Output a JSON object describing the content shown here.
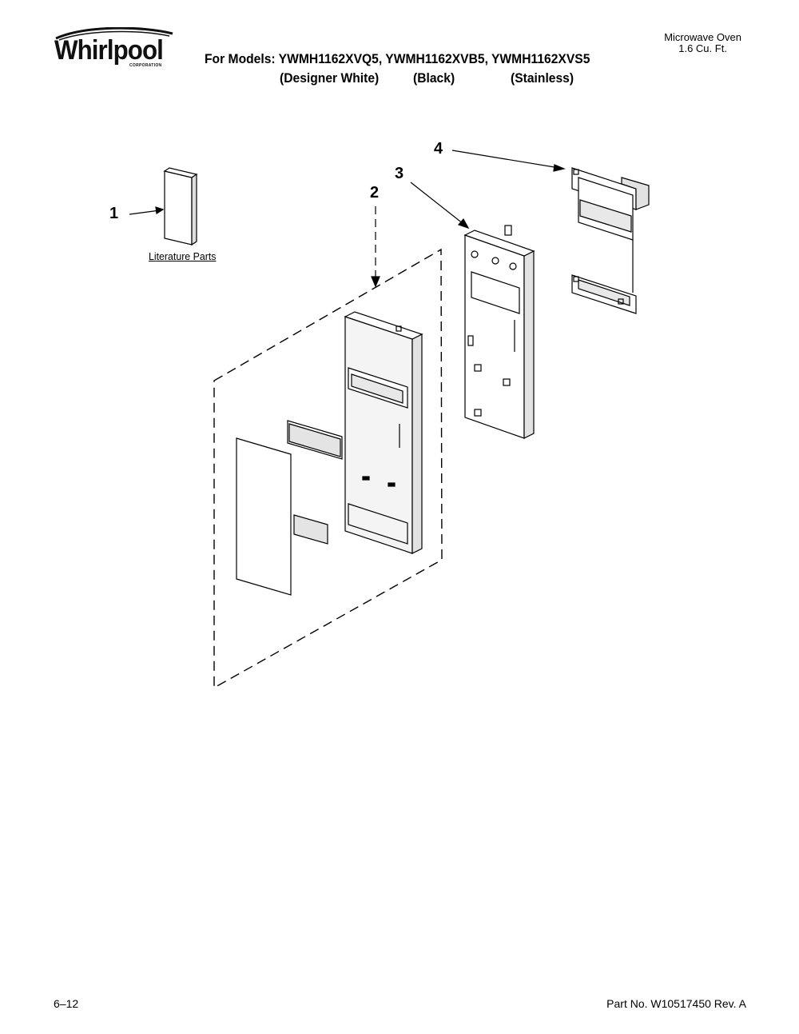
{
  "brand": {
    "name": "Whirlpool",
    "corporation": "CORPORATION"
  },
  "header": {
    "models_line": "For Models: YWMH1162XVQ5, YWMH1162XVB5, YWMH1162XVS5",
    "variants": [
      "(Designer White)",
      "(Black)",
      "(Stainless)"
    ],
    "product_line1": "Microwave Oven",
    "product_line2": "1.6 Cu. Ft."
  },
  "diagram": {
    "callouts": [
      "1",
      "2",
      "3",
      "4"
    ],
    "literature_label": "Literature Parts"
  },
  "footer": {
    "page": "6–12",
    "part_number": "Part No. W10517450 Rev. A"
  },
  "colors": {
    "ink": "#000000",
    "panel_fill": "#f4f4f4"
  }
}
